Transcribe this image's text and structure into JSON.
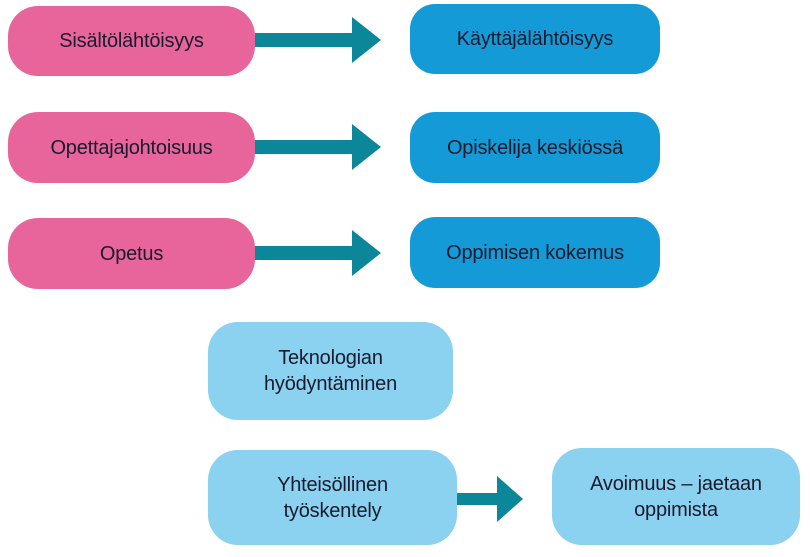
{
  "colors": {
    "pink": "#E8659C",
    "blue": "#149AD6",
    "light_blue": "#8BD1F0",
    "arrow_teal": "#0C8799",
    "text": "#1A1A2E",
    "background": "#FFFFFF"
  },
  "icons": {
    "arrow": "right-arrow"
  },
  "transform_rows": [
    {
      "from_label": "Sisältölähtöisyys",
      "to_label": "Käyttäjälähtöisyys"
    },
    {
      "from_label": "Opettajajohtoisuus",
      "to_label": "Opiskelija keskiössä"
    },
    {
      "from_label": "Opetus",
      "to_label": "Oppimisen kokemus"
    }
  ],
  "support_boxes": {
    "technology": "Teknologian\nhyödyntäminen",
    "collaboration": "Yhteisöllinen\ntyöskentely",
    "openness": "Avoimuus – jaetaan\noppimista"
  }
}
